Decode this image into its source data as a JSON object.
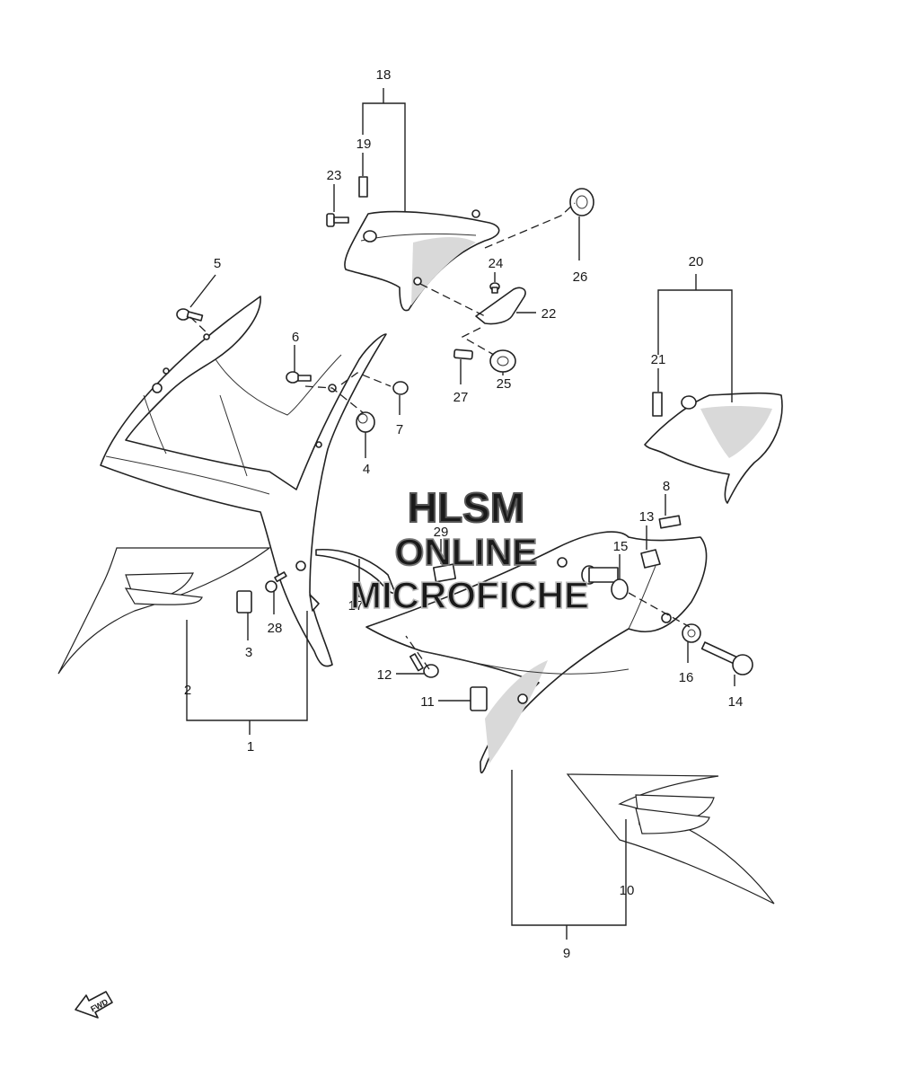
{
  "callouts": {
    "c1": "1",
    "c2": "2",
    "c3": "3",
    "c4": "4",
    "c5": "5",
    "c6": "6",
    "c7": "7",
    "c8": "8",
    "c9": "9",
    "c10": "10",
    "c11": "11",
    "c12": "12",
    "c13": "13",
    "c14": "14",
    "c15": "15",
    "c16": "16",
    "c17": "17",
    "c18": "18",
    "c19": "19",
    "c20": "20",
    "c21": "21",
    "c22": "22",
    "c23": "23",
    "c24": "24",
    "c25": "25",
    "c26": "26",
    "c27": "27",
    "c28": "28",
    "c29": "29"
  },
  "watermark": {
    "line1": "HLSM",
    "line2": "ONLINE",
    "line3": "MICROFICHE"
  },
  "fwd_label": "FWD",
  "colors": {
    "ink": "#222222",
    "watermark_fill": "#ffffff",
    "watermark_stroke": "#555555",
    "watermark_light": "#bbbbbb"
  }
}
